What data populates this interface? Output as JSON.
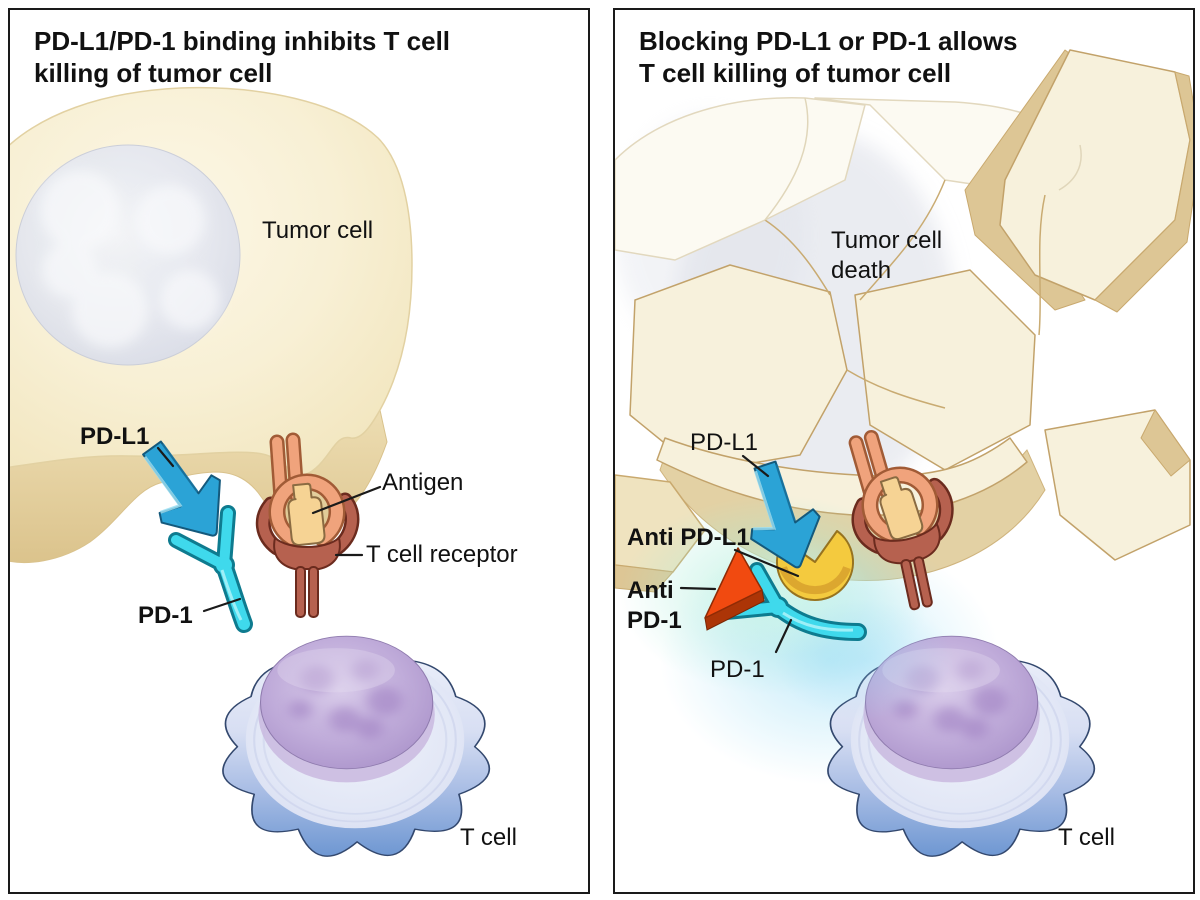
{
  "figure": {
    "panels": [
      {
        "id": "left",
        "title_lines": [
          "PD-L1/PD-1 binding inhibits T cell",
          "killing of tumor cell"
        ],
        "labels": {
          "tumor_cell": "Tumor cell",
          "pdl1": "PD-L1",
          "antigen": "Antigen",
          "t_cell_receptor": "T cell receptor",
          "pd1": "PD-1",
          "t_cell": "T cell"
        }
      },
      {
        "id": "right",
        "title_lines": [
          "Blocking PD-L1 or PD-1 allows",
          "T cell killing of tumor cell"
        ],
        "labels": {
          "tumor_cell_death_line1": "Tumor cell",
          "tumor_cell_death_line2": "death",
          "pdl1": "PD-L1",
          "anti_pdl1": "Anti PD-L1",
          "anti_pd1_line1": "Anti",
          "anti_pd1_line2": "PD-1",
          "pd1": "PD-1",
          "t_cell": "T cell"
        }
      }
    ]
  },
  "colors": {
    "ink": "#1a1a1a",
    "tumor_face": "#F8F0D5",
    "tumor_rim": "#E2CD9B",
    "tumor_nucleus_gray": "#DDE0EA",
    "pdl1_blue": "#2BA3D6",
    "pd1_cyan": "#3FD9EC",
    "mhc_salmon": "#F0A37C",
    "tcr_red": "#B6614F",
    "antigen_tan": "#F6D394",
    "anti_pdl1_yellow": "#F4CA3E",
    "anti_pd1_red": "#F14A10",
    "tcell_membrane_blue": "#6E97D2",
    "tcell_inner": "#E2E6F5",
    "tcell_nucleus_purple": "#B49ED1",
    "glow_teal": "#8FE8C8",
    "glow_cyan": "#8ED9F4"
  }
}
